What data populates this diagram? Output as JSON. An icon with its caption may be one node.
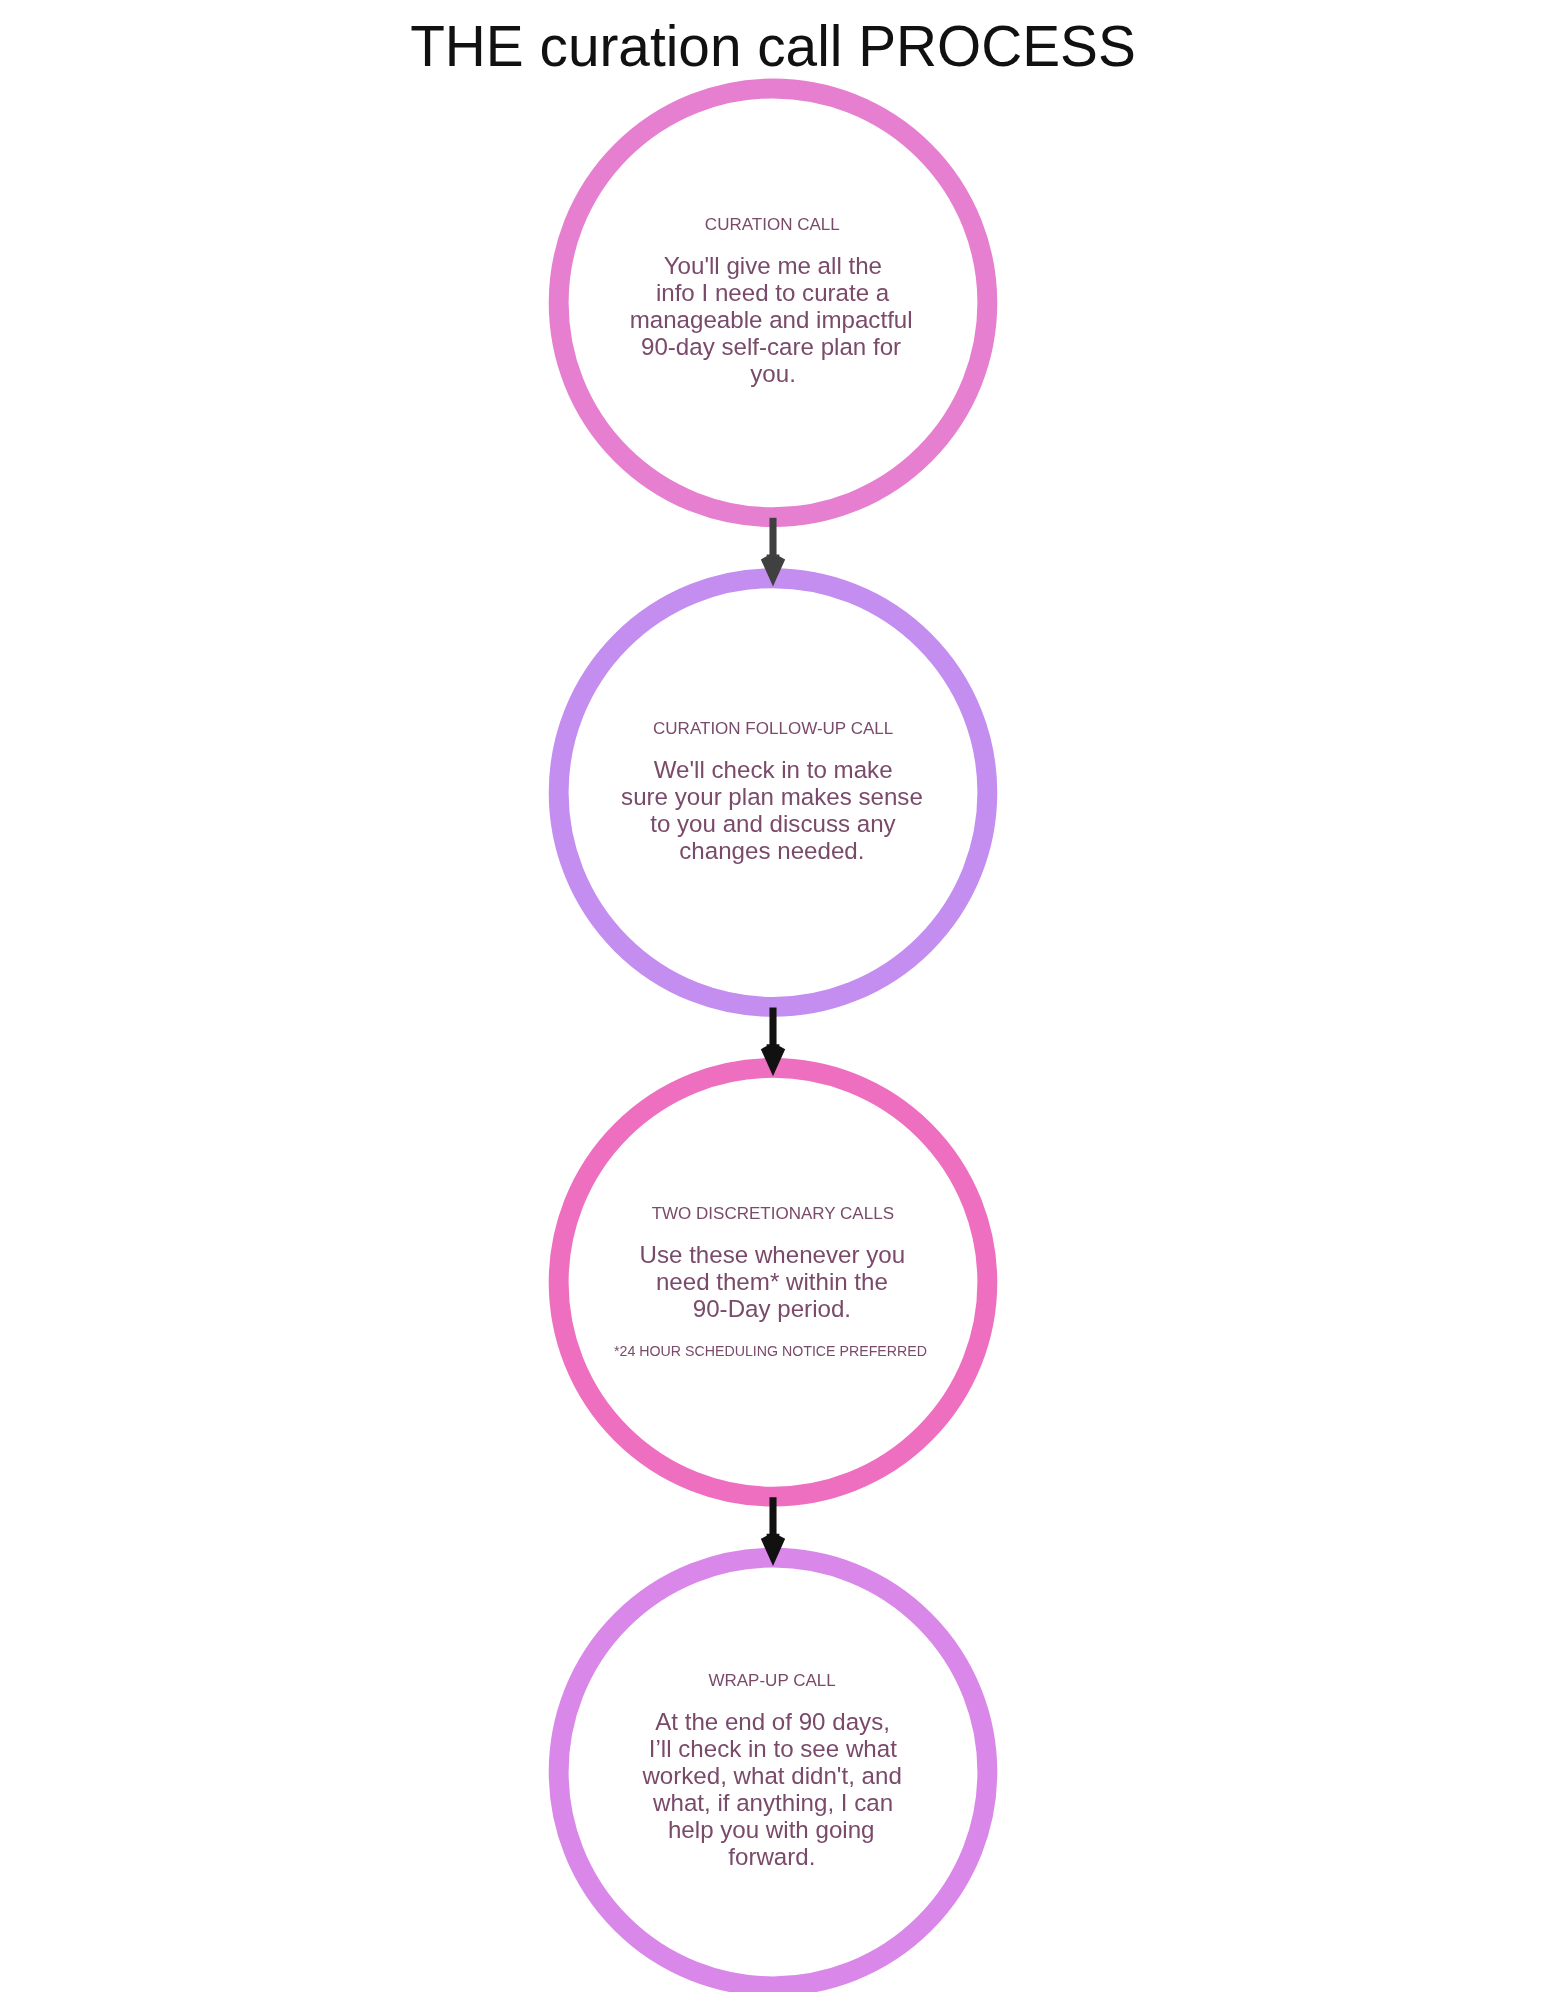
{
  "diagram": {
    "title": "THE curation call PROCESS",
    "nodes": [
      {
        "text": [
          "CURATION CALL",
          "You'll give me all the info I need to curate a manageable and impactful 90-day self-care plan for you."
        ]
      },
      {
        "text": [
          "CURATION FOLLOW-UP CALL",
          "We'll check in to make sure your plan makes sense to you and discuss any changes needed."
        ]
      },
      {
        "text": [
          "TWO DISCRETIONARY CALLS",
          "Use these whenever you need them* within the 90-Day period.",
          "*24 HOUR SCHEDULING NOTICE PREFERRED"
        ]
      },
      {
        "text": [
          "WRAP-UP CALL",
          "At the end of 90 days, I’ll check in to see what worked, what didn't, and what, if anything, I can help you with going forward."
        ]
      }
    ],
    "edges": [
      {
        "from": 0,
        "to": 1,
        "arrow": "to",
        "color": "#404040"
      },
      {
        "from": 1,
        "to": 2,
        "arrow": "to"
      },
      {
        "from": 2,
        "to": 3,
        "arrow": "to"
      }
    ]
  }
}
